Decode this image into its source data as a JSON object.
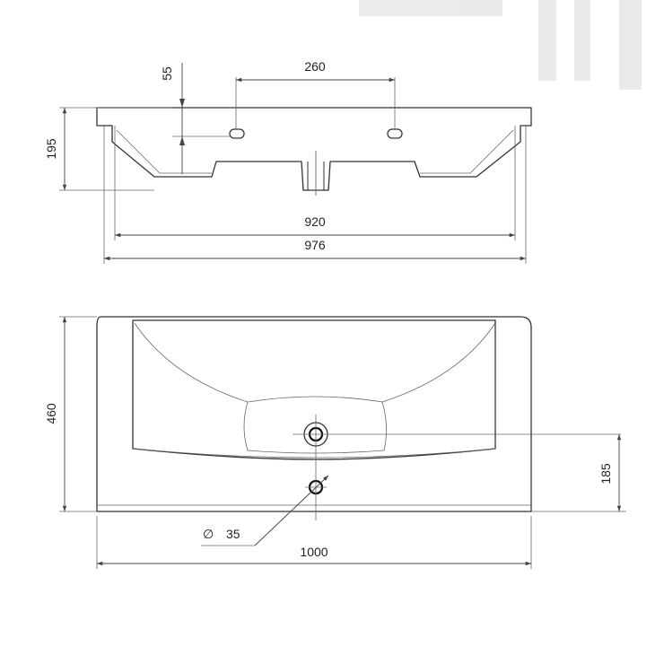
{
  "dimensions": {
    "front_view": {
      "tap_hole_depth": "55",
      "tap_hole_spacing": "260",
      "height": "195",
      "inner_width": "920",
      "outer_width": "976"
    },
    "top_view": {
      "depth": "460",
      "drain_offset": "185",
      "drain_diameter_symbol": "∅",
      "drain_diameter": "35",
      "total_width": "1000"
    }
  },
  "colors": {
    "line": "#333333",
    "text": "#222222",
    "background": "#ffffff"
  }
}
